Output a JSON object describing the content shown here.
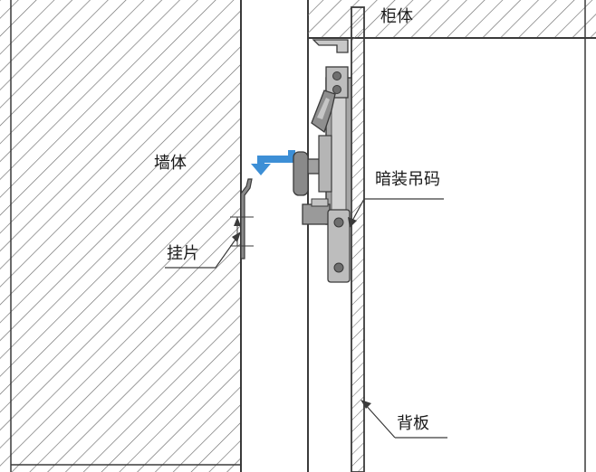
{
  "labels": {
    "cabinet": "柜体",
    "wall": "墙体",
    "concealed_hanger": "暗装吊码",
    "hanging_plate": "挂片",
    "back_panel": "背板"
  },
  "colors": {
    "line": "#3a3a3a",
    "hatch": "#6b6b6b",
    "metal_dark": "#6f6f6f",
    "metal_mid": "#a5a5a5",
    "metal_light": "#d2d2d2",
    "arrow": "#3d8fd6",
    "background": "#ffffff"
  }
}
